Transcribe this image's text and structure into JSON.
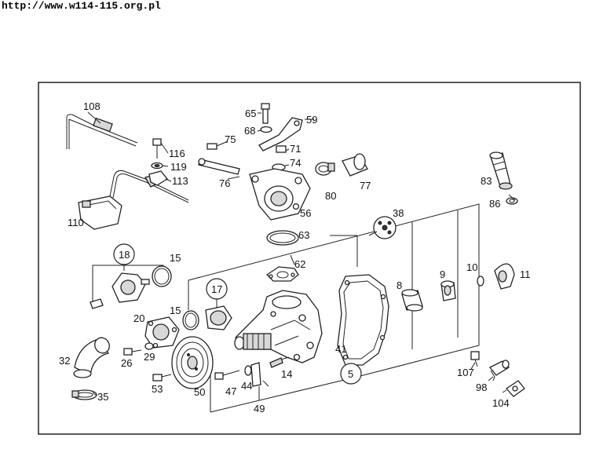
{
  "header": {
    "url": "http://www.w114-115.org.pl"
  },
  "diagram": {
    "part_labels": [
      {
        "id": "l108",
        "text": "108"
      },
      {
        "id": "l65",
        "text": "65"
      },
      {
        "id": "l59",
        "text": "59"
      },
      {
        "id": "l68",
        "text": "68"
      },
      {
        "id": "l75",
        "text": "75"
      },
      {
        "id": "l71",
        "text": "71"
      },
      {
        "id": "l116",
        "text": "116"
      },
      {
        "id": "l74",
        "text": "74"
      },
      {
        "id": "l119",
        "text": "119"
      },
      {
        "id": "l113",
        "text": "113"
      },
      {
        "id": "l76",
        "text": "76"
      },
      {
        "id": "l80",
        "text": "80"
      },
      {
        "id": "l77",
        "text": "77"
      },
      {
        "id": "l83",
        "text": "83"
      },
      {
        "id": "l86",
        "text": "86"
      },
      {
        "id": "l56",
        "text": "56"
      },
      {
        "id": "l110",
        "text": "110"
      },
      {
        "id": "l38",
        "text": "38"
      },
      {
        "id": "l63",
        "text": "63"
      },
      {
        "id": "l18",
        "text": "18"
      },
      {
        "id": "l15a",
        "text": "15"
      },
      {
        "id": "l62",
        "text": "62"
      },
      {
        "id": "l10",
        "text": "10"
      },
      {
        "id": "l9",
        "text": "9"
      },
      {
        "id": "l11",
        "text": "11"
      },
      {
        "id": "l8",
        "text": "8"
      },
      {
        "id": "l17",
        "text": "17"
      },
      {
        "id": "l20",
        "text": "20"
      },
      {
        "id": "l15b",
        "text": "15"
      },
      {
        "id": "l41",
        "text": "41"
      },
      {
        "id": "l32",
        "text": "32"
      },
      {
        "id": "l26",
        "text": "26"
      },
      {
        "id": "l29",
        "text": "29"
      },
      {
        "id": "l14",
        "text": "14"
      },
      {
        "id": "l5",
        "text": "5"
      },
      {
        "id": "l107",
        "text": "107"
      },
      {
        "id": "l53",
        "text": "53"
      },
      {
        "id": "l47",
        "text": "47"
      },
      {
        "id": "l44",
        "text": "44"
      },
      {
        "id": "l50",
        "text": "50"
      },
      {
        "id": "l98",
        "text": "98"
      },
      {
        "id": "l35",
        "text": "35"
      },
      {
        "id": "l49",
        "text": "49"
      },
      {
        "id": "l104",
        "text": "104"
      }
    ]
  }
}
